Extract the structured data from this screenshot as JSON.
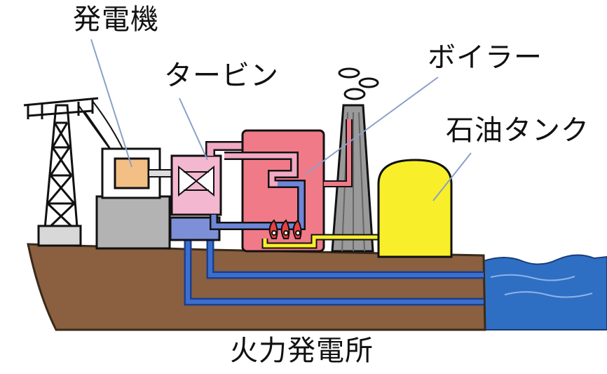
{
  "labels": {
    "generator": "発電機",
    "turbine": "タービン",
    "boiler": "ボイラー",
    "oil_tank": "石油タンク",
    "title": "火力発電所"
  },
  "colors": {
    "ground": "#8a6040",
    "water": "#2e6fc4",
    "boiler": "#f07a88",
    "pipe_pink": "#f2a9c4",
    "pipe_blue": "#6f86d8",
    "water_pipe": "#2f5fc2",
    "oil_tank": "#f8ef2a",
    "generator": "#f3bf84",
    "gray_building": "#b3b3b3",
    "leader_line": "#8aa0c8"
  },
  "icons": [
    "transmission-tower-icon",
    "smoke-icon",
    "flame-icon"
  ]
}
